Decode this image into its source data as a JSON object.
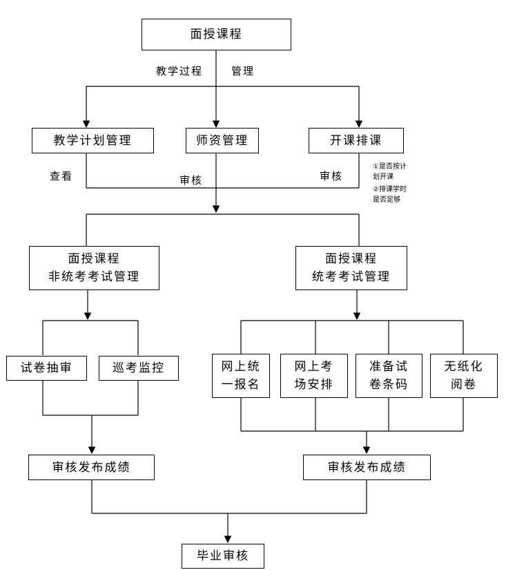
{
  "nodes": {
    "top": "面授课程",
    "plan": "教学计划管理",
    "faculty": "师资管理",
    "schedule": "开课排课",
    "nonunified_line1": "面授课程",
    "nonunified_line2": "非统考考试管理",
    "unified_line1": "面授课程",
    "unified_line2": "统考考试管理",
    "paper_review": "试卷抽审",
    "patrol": "巡考监控",
    "online_reg_line1": "网上统",
    "online_reg_line2": "一报名",
    "online_room_line1": "网上考",
    "online_room_line2": "场安排",
    "barcode_line1": "准备试",
    "barcode_line2": "卷条码",
    "paperless_line1": "无纸化",
    "paperless_line2": "阅卷",
    "publish_left": "审核发布成绩",
    "publish_right": "审核发布成绩",
    "graduation": "毕业审核"
  },
  "labels": {
    "process_a": "教学过程",
    "process_b": "管理",
    "view": "查看",
    "audit_mid": "审核",
    "audit_right": "审核"
  },
  "notes": {
    "line1": "①是否按计",
    "line2": "划开课",
    "line3": "②排课学时",
    "line4": "是否足够"
  }
}
